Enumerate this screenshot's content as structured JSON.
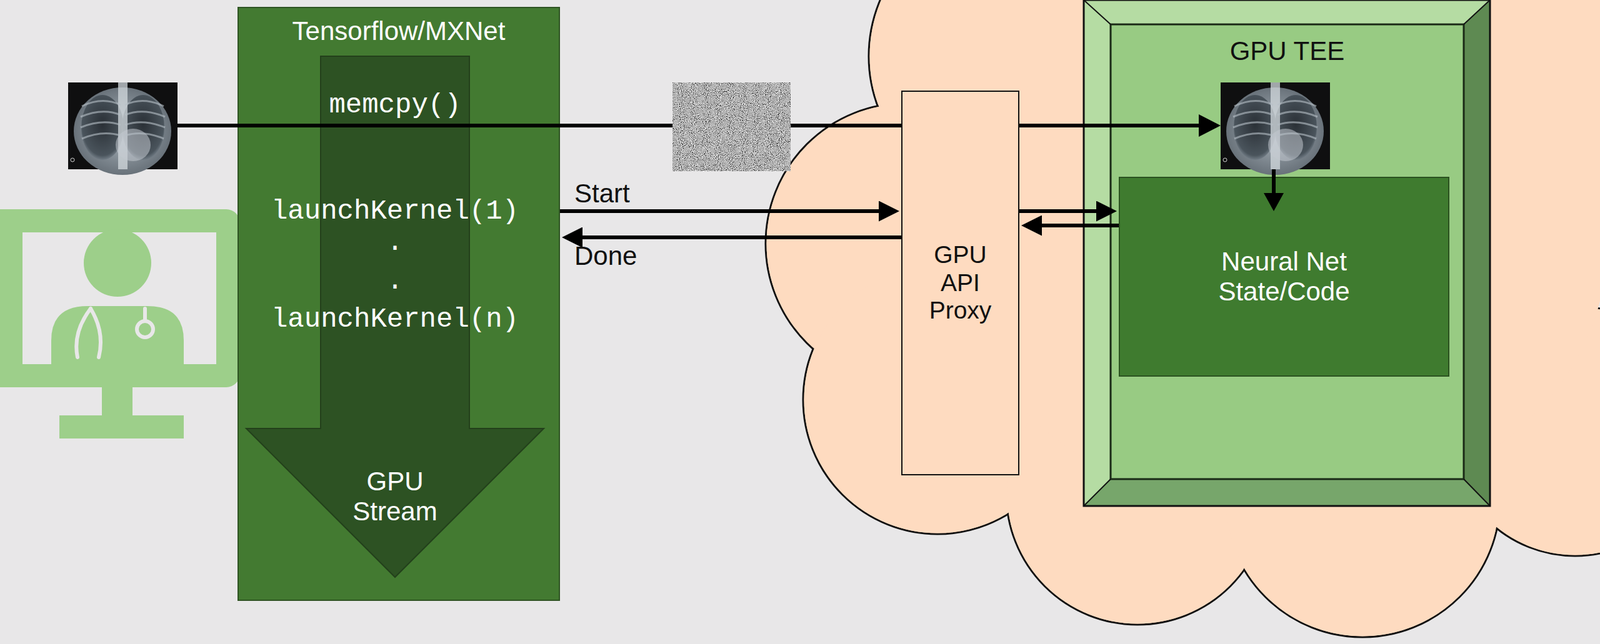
{
  "diagram": {
    "nodes": [
      {
        "text": [
          "Tensorflow/MXNet"
        ]
      },
      {
        "text": [
          "memcpy()",
          "launchKernel(1)",
          ".",
          ".",
          "launchKernel(n)",
          "GPU Stream"
        ],
        "in": 0
      },
      {
        "text": [
          "GPU API Proxy"
        ]
      },
      {
        "text": [
          "GPU TEE"
        ]
      },
      {
        "text": [
          "Neural Net State/Code"
        ],
        "in": 3
      }
    ],
    "edges": [
      {
        "from": 0,
        "to": 2,
        "label": "Start",
        "arrow": "to"
      },
      {
        "from": 2,
        "to": 0,
        "label": "Done",
        "arrow": "to"
      },
      {
        "from": 2,
        "to": 4,
        "arrow": "to"
      },
      {
        "from": 4,
        "to": 2,
        "arrow": "to"
      }
    ]
  }
}
